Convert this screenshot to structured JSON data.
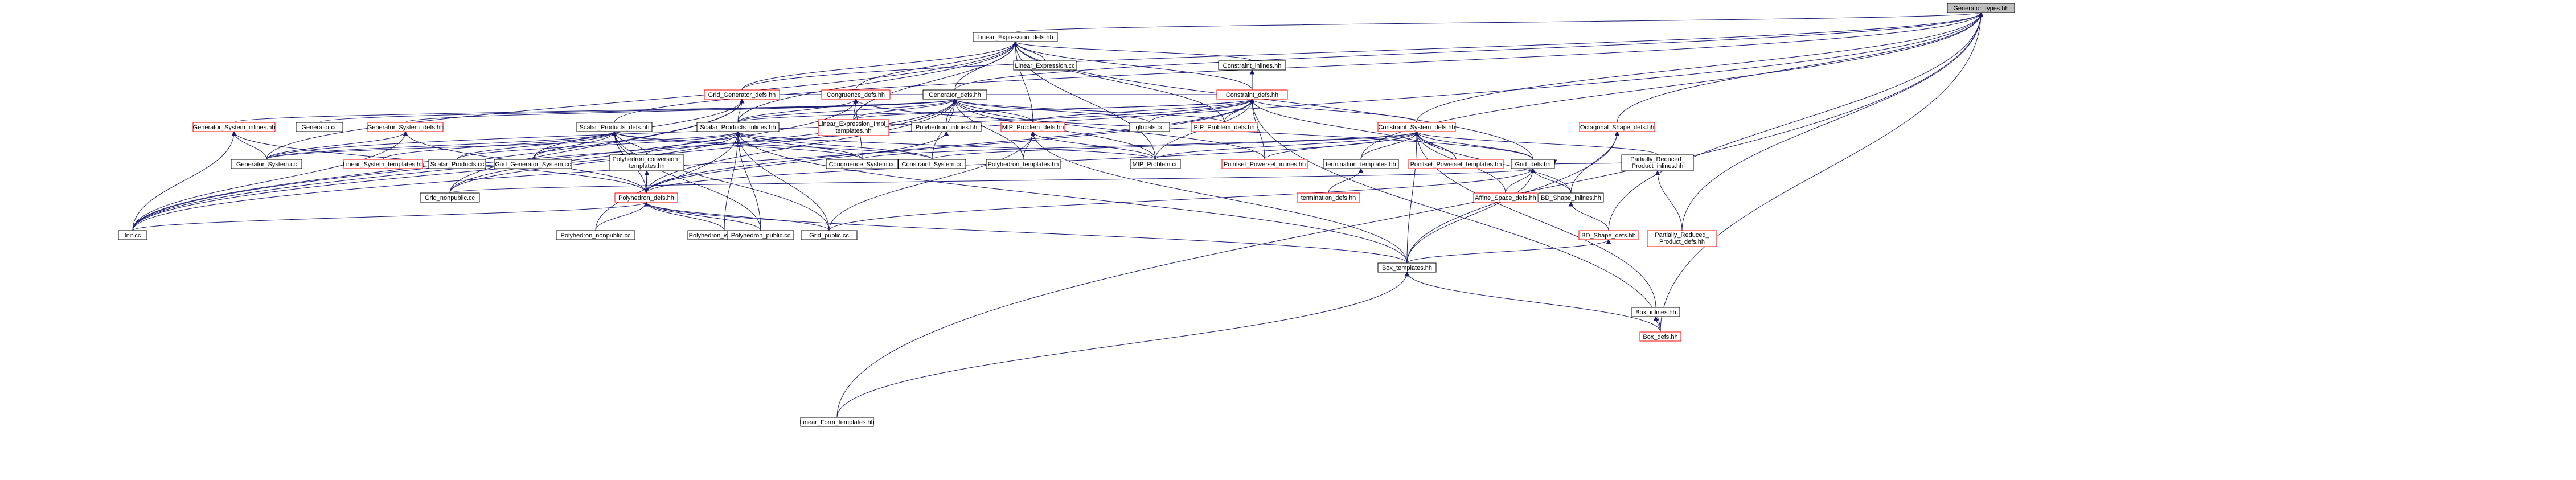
{
  "graph": {
    "type": "include-dependency-graph",
    "colors": {
      "edge": "#191970",
      "node_border_normal": "#000000",
      "node_border_highlight": "#ff0000",
      "root_fill": "#bfbfbf",
      "node_fill": "#ffffff"
    },
    "nodes": [
      {
        "id": "gen_types",
        "label": "Generator_types.hh",
        "style": "root"
      },
      {
        "id": "linexp_defs",
        "label": "Linear_Expression_defs.hh",
        "style": "normal"
      },
      {
        "id": "linexp_cc",
        "label": "Linear_Expression.cc",
        "style": "normal"
      },
      {
        "id": "con_inlines",
        "label": "Constraint_inlines.hh",
        "style": "normal"
      },
      {
        "id": "con_defs",
        "label": "Constraint_defs.hh",
        "style": "highlight"
      },
      {
        "id": "gridgen_defs",
        "label": "Grid_Generator_defs.hh",
        "style": "highlight"
      },
      {
        "id": "cong_defs",
        "label": "Congruence_defs.hh",
        "style": "highlight"
      },
      {
        "id": "gen_defs",
        "label": "Generator_defs.hh",
        "style": "normal"
      },
      {
        "id": "gensys_inlines",
        "label": "Generator_System_inlines.hh",
        "style": "highlight"
      },
      {
        "id": "gen_cc",
        "label": "Generator.cc",
        "style": "normal"
      },
      {
        "id": "gensys_defs",
        "label": "Generator_System_defs.hh",
        "style": "highlight"
      },
      {
        "id": "sp_defs",
        "label": "Scalar_Products_defs.hh",
        "style": "normal"
      },
      {
        "id": "linexp_impl",
        "label": "Linear_Expression_Impl_templates.hh",
        "style": "highlight"
      },
      {
        "id": "sp_inlines",
        "label": "Scalar_Products_inlines.hh",
        "style": "normal"
      },
      {
        "id": "poly_inlines",
        "label": "Polyhedron_inlines.hh",
        "style": "normal"
      },
      {
        "id": "mip_defs",
        "label": "MIP_Problem_defs.hh",
        "style": "highlight"
      },
      {
        "id": "globals_cc",
        "label": "globals.cc",
        "style": "normal"
      },
      {
        "id": "pip_defs",
        "label": "PIP_Problem_defs.hh",
        "style": "highlight"
      },
      {
        "id": "consys_defs",
        "label": "Constraint_System_defs.hh",
        "style": "highlight"
      },
      {
        "id": "octshape_defs",
        "label": "Octagonal_Shape_defs.hh",
        "style": "highlight"
      },
      {
        "id": "gensys_cc",
        "label": "Generator_System.cc",
        "style": "normal"
      },
      {
        "id": "linsys_tmpl",
        "label": "Linear_System_templates.hh",
        "style": "highlight"
      },
      {
        "id": "sp_cc",
        "label": "Scalar_Products.cc",
        "style": "normal"
      },
      {
        "id": "gridgensys_cc",
        "label": "Grid_Generator_System.cc",
        "style": "normal"
      },
      {
        "id": "polyconv_tmpl",
        "label": "Polyhedron_conversion_templates.hh",
        "style": "normal"
      },
      {
        "id": "congsys_cc",
        "label": "Congruence_System.cc",
        "style": "normal"
      },
      {
        "id": "consys_cc",
        "label": "Constraint_System.cc",
        "style": "normal"
      },
      {
        "id": "poly_tmpl",
        "label": "Polyhedron_templates.hh",
        "style": "normal"
      },
      {
        "id": "mip_cc",
        "label": "MIP_Problem.cc",
        "style": "normal"
      },
      {
        "id": "pps_inlines",
        "label": "Pointset_Powerset_inlines.hh",
        "style": "highlight"
      },
      {
        "id": "term_tmpl",
        "label": "termination_templates.hh",
        "style": "normal"
      },
      {
        "id": "pps_tmpl",
        "label": "Pointset_Powerset_templates.hh",
        "style": "highlight"
      },
      {
        "id": "grid_defs",
        "label": "Grid_defs.hh",
        "style": "normal"
      },
      {
        "id": "prp_inlines",
        "label": "Partially_Reduced_Product_inlines.hh",
        "style": "normal"
      },
      {
        "id": "grid_nonpublic",
        "label": "Grid_nonpublic.cc",
        "style": "normal"
      },
      {
        "id": "poly_defs",
        "label": "Polyhedron_defs.hh",
        "style": "highlight"
      },
      {
        "id": "term_defs",
        "label": "termination_defs.hh",
        "style": "highlight"
      },
      {
        "id": "affine_defs",
        "label": "Affine_Space_defs.hh",
        "style": "highlight"
      },
      {
        "id": "bdshape_inlines",
        "label": "BD_Shape_inlines.hh",
        "style": "normal"
      },
      {
        "id": "prp_defs",
        "label": "Partially_Reduced_Product_defs.hh",
        "style": "highlight"
      },
      {
        "id": "init_cc",
        "label": "Init.cc",
        "style": "normal"
      },
      {
        "id": "poly_nonpublic",
        "label": "Polyhedron_nonpublic.cc",
        "style": "normal"
      },
      {
        "id": "poly_widen",
        "label": "Polyhedron_widenings.cc",
        "style": "normal"
      },
      {
        "id": "poly_public",
        "label": "Polyhedron_public.cc",
        "style": "normal"
      },
      {
        "id": "grid_public",
        "label": "Grid_public.cc",
        "style": "normal"
      },
      {
        "id": "bdshape_defs",
        "label": "BD_Shape_defs.hh",
        "style": "highlight"
      },
      {
        "id": "box_tmpl",
        "label": "Box_templates.hh",
        "style": "normal"
      },
      {
        "id": "box_inlines",
        "label": "Box_inlines.hh",
        "style": "normal"
      },
      {
        "id": "box_defs",
        "label": "Box_defs.hh",
        "style": "highlight"
      },
      {
        "id": "linform_tmpl",
        "label": "Linear_Form_templates.hh",
        "style": "normal"
      }
    ],
    "edges": [
      [
        "linexp_defs",
        "gen_types"
      ],
      [
        "linform_tmpl",
        "gen_types"
      ],
      [
        "init_cc",
        "gen_types"
      ],
      [
        "sp_defs",
        "gen_types"
      ],
      [
        "gen_defs",
        "gen_types"
      ],
      [
        "gridgen_defs",
        "gen_types"
      ],
      [
        "consys_defs",
        "gen_types"
      ],
      [
        "octshape_defs",
        "gen_types"
      ],
      [
        "term_tmpl",
        "gen_types"
      ],
      [
        "bdshape_defs",
        "gen_types"
      ],
      [
        "prp_defs",
        "gen_types"
      ],
      [
        "box_defs",
        "gen_types"
      ],
      [
        "linexp_cc",
        "linexp_defs"
      ],
      [
        "con_inlines",
        "linexp_defs"
      ],
      [
        "con_defs",
        "linexp_defs"
      ],
      [
        "gridgen_defs",
        "linexp_defs"
      ],
      [
        "cong_defs",
        "linexp_defs"
      ],
      [
        "gen_defs",
        "linexp_defs"
      ],
      [
        "linexp_impl",
        "linexp_defs"
      ],
      [
        "sp_inlines",
        "linexp_defs"
      ],
      [
        "mip_defs",
        "linexp_defs"
      ],
      [
        "pip_defs",
        "linexp_defs"
      ],
      [
        "mip_cc",
        "linexp_defs"
      ],
      [
        "grid_defs",
        "linexp_defs"
      ],
      [
        "gensys_cc",
        "linexp_defs"
      ],
      [
        "con_defs",
        "con_inlines"
      ],
      [
        "gridgen_defs",
        "con_defs"
      ],
      [
        "gen_defs",
        "con_defs"
      ],
      [
        "sp_inlines",
        "con_defs"
      ],
      [
        "mip_defs",
        "con_defs"
      ],
      [
        "globals_cc",
        "con_defs"
      ],
      [
        "pip_defs",
        "con_defs"
      ],
      [
        "consys_defs",
        "con_defs"
      ],
      [
        "pps_inlines",
        "con_defs"
      ],
      [
        "pps_tmpl",
        "con_defs"
      ],
      [
        "poly_defs",
        "con_defs"
      ],
      [
        "init_cc",
        "con_defs"
      ],
      [
        "box_defs",
        "con_defs"
      ],
      [
        "mip_cc",
        "con_defs"
      ],
      [
        "gensys_cc",
        "con_defs"
      ],
      [
        "linexp_impl",
        "con_defs"
      ],
      [
        "sp_inlines",
        "gridgen_defs"
      ],
      [
        "gridgensys_cc",
        "gridgen_defs"
      ],
      [
        "grid_nonpublic",
        "gridgen_defs"
      ],
      [
        "init_cc",
        "gridgen_defs"
      ],
      [
        "congsys_cc",
        "cong_defs"
      ],
      [
        "sp_inlines",
        "cong_defs"
      ],
      [
        "linexp_impl",
        "cong_defs"
      ],
      [
        "init_cc",
        "cong_defs"
      ],
      [
        "grid_defs",
        "cong_defs"
      ],
      [
        "gensys_inlines",
        "gen_defs"
      ],
      [
        "gen_cc",
        "gen_defs"
      ],
      [
        "gensys_defs",
        "gen_defs"
      ],
      [
        "sp_inlines",
        "gen_defs"
      ],
      [
        "poly_inlines",
        "gen_defs"
      ],
      [
        "mip_defs",
        "gen_defs"
      ],
      [
        "globals_cc",
        "gen_defs"
      ],
      [
        "pip_defs",
        "gen_defs"
      ],
      [
        "linexp_impl",
        "gen_defs"
      ],
      [
        "consys_cc",
        "gen_defs"
      ],
      [
        "poly_tmpl",
        "gen_defs"
      ],
      [
        "pps_inlines",
        "gen_defs"
      ],
      [
        "mip_cc",
        "gen_defs"
      ],
      [
        "poly_defs",
        "gen_defs"
      ],
      [
        "init_cc",
        "gen_defs"
      ],
      [
        "grid_nonpublic",
        "gen_defs"
      ],
      [
        "gensys_cc",
        "gensys_inlines"
      ],
      [
        "init_cc",
        "gensys_inlines"
      ],
      [
        "poly_defs",
        "gensys_inlines"
      ],
      [
        "gensys_cc",
        "gensys_defs"
      ],
      [
        "poly_defs",
        "gensys_defs"
      ],
      [
        "init_cc",
        "gensys_defs"
      ],
      [
        "gensys_cc",
        "sp_defs"
      ],
      [
        "linsys_tmpl",
        "sp_defs"
      ],
      [
        "sp_cc",
        "sp_defs"
      ],
      [
        "gridgensys_cc",
        "sp_defs"
      ],
      [
        "polyconv_tmpl",
        "sp_defs"
      ],
      [
        "congsys_cc",
        "sp_defs"
      ],
      [
        "consys_cc",
        "sp_defs"
      ],
      [
        "poly_defs",
        "sp_defs"
      ],
      [
        "poly_public",
        "sp_defs"
      ],
      [
        "grid_public",
        "sp_defs"
      ],
      [
        "sp_cc",
        "sp_inlines"
      ],
      [
        "gensys_cc",
        "sp_inlines"
      ],
      [
        "polyconv_tmpl",
        "sp_inlines"
      ],
      [
        "poly_nonpublic",
        "sp_inlines"
      ],
      [
        "poly_widen",
        "sp_inlines"
      ],
      [
        "poly_public",
        "sp_inlines"
      ],
      [
        "grid_public",
        "sp_inlines"
      ],
      [
        "grid_nonpublic",
        "sp_inlines"
      ],
      [
        "congsys_cc",
        "sp_inlines"
      ],
      [
        "consys_cc",
        "sp_inlines"
      ],
      [
        "box_tmpl",
        "sp_inlines"
      ],
      [
        "mip_cc",
        "sp_inlines"
      ],
      [
        "poly_defs",
        "poly_inlines"
      ],
      [
        "poly_tmpl",
        "mip_defs"
      ],
      [
        "mip_cc",
        "mip_defs"
      ],
      [
        "box_tmpl",
        "mip_defs"
      ],
      [
        "grid_public",
        "mip_defs"
      ],
      [
        "poly_defs",
        "consys_defs"
      ],
      [
        "mip_cc",
        "consys_defs"
      ],
      [
        "pps_inlines",
        "consys_defs"
      ],
      [
        "term_tmpl",
        "consys_defs"
      ],
      [
        "pps_tmpl",
        "consys_defs"
      ],
      [
        "grid_defs",
        "consys_defs"
      ],
      [
        "prp_inlines",
        "consys_defs"
      ],
      [
        "affine_defs",
        "consys_defs"
      ],
      [
        "bdshape_inlines",
        "consys_defs"
      ],
      [
        "box_tmpl",
        "consys_defs"
      ],
      [
        "box_inlines",
        "consys_defs"
      ],
      [
        "consys_cc",
        "consys_defs"
      ],
      [
        "congsys_cc",
        "consys_defs"
      ],
      [
        "bdshape_inlines",
        "octshape_defs"
      ],
      [
        "box_tmpl",
        "octshape_defs"
      ],
      [
        "poly_defs",
        "polyconv_tmpl"
      ],
      [
        "polyconv_tmpl",
        "poly_defs"
      ],
      [
        "term_defs",
        "term_tmpl"
      ],
      [
        "affine_defs",
        "grid_defs"
      ],
      [
        "bdshape_inlines",
        "grid_defs"
      ],
      [
        "prp_inlines",
        "grid_defs"
      ],
      [
        "box_tmpl",
        "grid_defs"
      ],
      [
        "grid_public",
        "grid_defs"
      ],
      [
        "grid_nonpublic",
        "grid_defs"
      ],
      [
        "prp_defs",
        "prp_inlines"
      ],
      [
        "init_cc",
        "poly_defs"
      ],
      [
        "poly_nonpublic",
        "poly_defs"
      ],
      [
        "poly_widen",
        "poly_defs"
      ],
      [
        "poly_public",
        "poly_defs"
      ],
      [
        "grid_public",
        "poly_defs"
      ],
      [
        "box_tmpl",
        "poly_defs"
      ],
      [
        "bdshape_defs",
        "bdshape_inlines"
      ],
      [
        "box_tmpl",
        "bdshape_defs"
      ],
      [
        "box_defs",
        "box_tmpl"
      ],
      [
        "box_defs",
        "box_inlines"
      ],
      [
        "linform_tmpl",
        "box_tmpl"
      ]
    ]
  }
}
